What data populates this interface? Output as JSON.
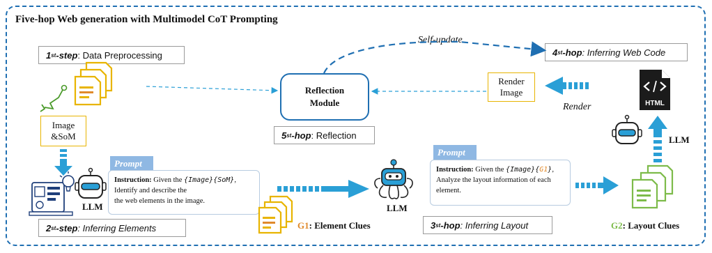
{
  "title": "Five-hop Web generation with Multimodel CoT Prompting",
  "step1": {
    "sup_num": "1",
    "sup": "st",
    "name": "-step",
    "text": ": Data Preprocessing"
  },
  "step2": {
    "sup_num": "2",
    "sup": "st",
    "name": "-step",
    "text": ": Inferring Elements"
  },
  "hop3": {
    "sup_num": "3",
    "sup": "st",
    "name": "-hop",
    "text": ": Inferring Layout"
  },
  "hop4": {
    "sup_num": "4",
    "sup": "st",
    "name": "-hop",
    "text": ": Inferring Web Code"
  },
  "hop5": {
    "sup_num": "5",
    "sup": "st",
    "name": "-hop",
    "text": ": Reflection"
  },
  "image_som": {
    "line1": "Image",
    "line2": "&SoM"
  },
  "reflection": {
    "line1": "Reflection",
    "line2": "Module"
  },
  "render_image": {
    "line1": "Render",
    "line2": "Image"
  },
  "self_update": "Self-update",
  "render": "Render",
  "llm_label": "LLM",
  "prompt_label": "Prompt",
  "prompt1": {
    "kw": "Instruction:",
    "pre": " Given the ",
    "code1": "{Image}",
    "code2": "{SoM}",
    "post": ",",
    "line2": "Identify and describe the",
    "line3": "the web elements in the image."
  },
  "prompt2": {
    "kw": "Instruction:",
    "pre": " Given the ",
    "code1": "{Image}",
    "code2_open": "{",
    "code2_g": "G1",
    "code2_close": "}",
    "post": ",",
    "line2": "Analyze the layout information of each",
    "line3": "element."
  },
  "g1": {
    "tag": "G1",
    "text": ": Element Clues"
  },
  "g2": {
    "tag": "G2",
    "text": ": Layout Clues"
  },
  "html_badge": "HTML",
  "colors": {
    "blue": "#1f6fb2",
    "arrow": "#2a9fd6",
    "yellow": "#e8b400",
    "orange": "#e08a2c",
    "green": "#7dbb4a",
    "prompt": "#8fb8e3"
  }
}
